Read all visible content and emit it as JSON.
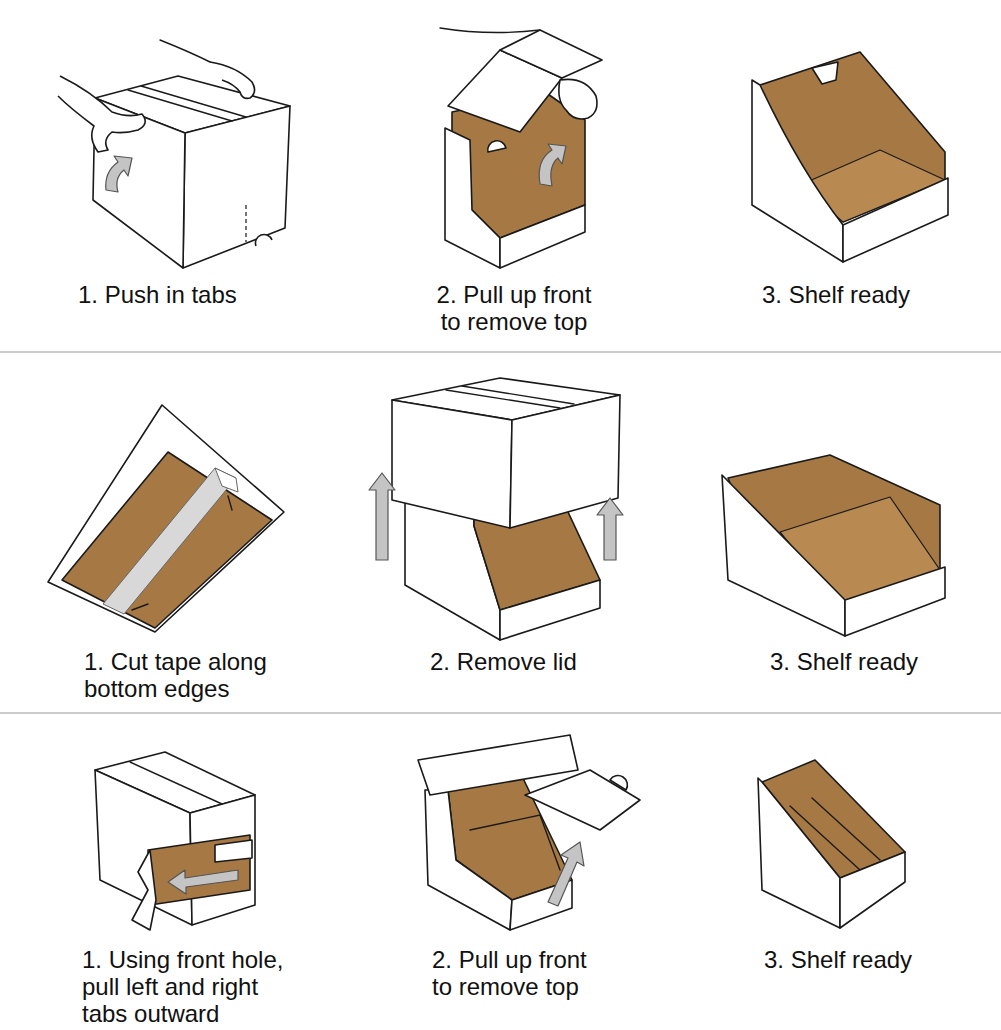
{
  "diagram": {
    "labels": [
      "1. Push in tabs",
      "2. Pull up front to remove top",
      "3. Shelf ready",
      "1. Cut tape along bottom edges",
      "2. Remove lid",
      "3. Shelf ready",
      "1. Using front hole, pull left and right tabs outward",
      "2. Pull up front to remove top",
      "3. Shelf ready"
    ]
  }
}
